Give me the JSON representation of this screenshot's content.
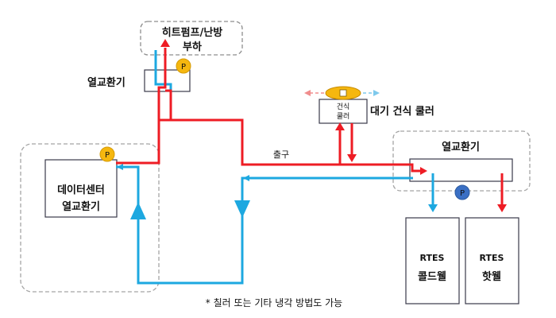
{
  "labels": {
    "load_line1": "히트펌프/난방",
    "load_line2": "부하",
    "hx_top": "열교환기",
    "dry_cooler_box_line1": "건식",
    "dry_cooler_box_line2": "쿨러",
    "dry_cooler_title": "대기 건식 쿨러",
    "outlet": "출구",
    "hx_right": "열교환기",
    "dc_line1": "데이터센터",
    "dc_line2": "열교환기",
    "rtes_cold_line1": "RTES",
    "rtes_cold_line2": "콜드웰",
    "rtes_hot_line1": "RTES",
    "rtes_hot_line2": "핫웰",
    "footnote": "* 칠러 또는 기타 냉각 방법도 가능"
  },
  "pumps": {
    "symbol": "P"
  },
  "colors": {
    "hot": "#ee1c24",
    "cold": "#1da8e0",
    "pump_yellow": "#f5b70f",
    "pump_blue": "#3a6fc4",
    "dashed_frame": "#8e8e8e",
    "box_border": "#3a3a4a"
  }
}
